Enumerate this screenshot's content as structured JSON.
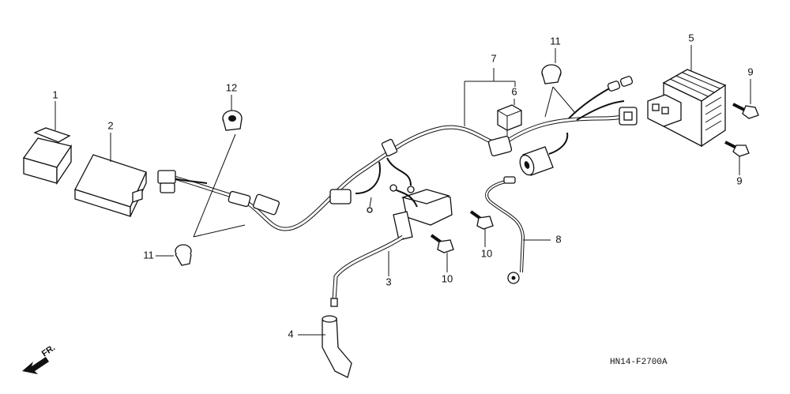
{
  "diagram": {
    "code": "HN14-F2700A",
    "direction_label": "FR.",
    "labels": {
      "p1": "1",
      "p2": "2",
      "p3": "3",
      "p4": "4",
      "p5": "5",
      "p6": "6",
      "p7": "7",
      "p8": "8",
      "p9a": "9",
      "p9b": "9",
      "p10a": "10",
      "p10b": "10",
      "p11a": "11",
      "p11b": "11",
      "p12": "12"
    }
  }
}
